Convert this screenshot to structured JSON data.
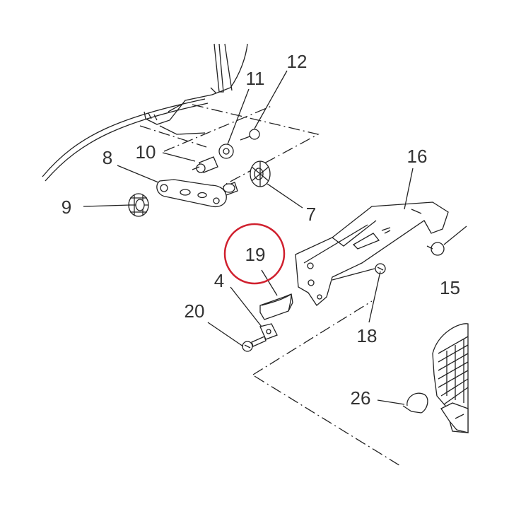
{
  "diagram": {
    "part_labels": [
      "19",
      "4",
      "20",
      "18",
      "16",
      "12",
      "11",
      "10",
      "8",
      "9",
      "7",
      "26",
      "15"
    ],
    "highlighted_part": "19",
    "highlight_color": "#d0202e",
    "line_color": "#222222",
    "label_color": "#333333"
  }
}
